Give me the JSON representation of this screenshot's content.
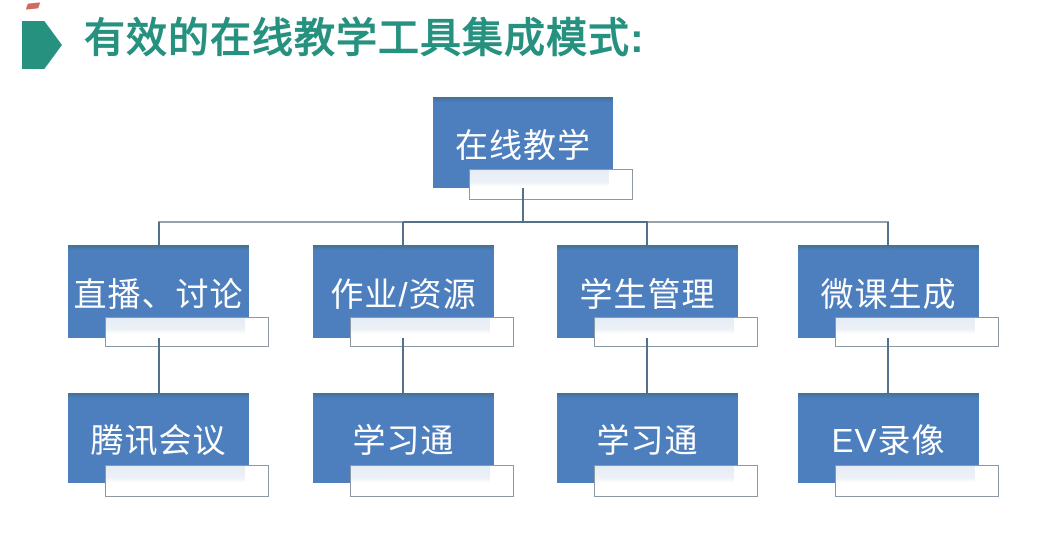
{
  "title": "有效的在线教学工具集成模式:",
  "tree": {
    "root": "在线教学",
    "branches": [
      {
        "category": "直播、讨论",
        "tool": "腾讯会议"
      },
      {
        "category": "作业/资源",
        "tool": "学习通"
      },
      {
        "category": "学生管理",
        "tool": "学习通"
      },
      {
        "category": "微课生成",
        "tool": "EV录像"
      }
    ]
  },
  "icons": {
    "title_bullet": "right-pointing-pentagon-arrow-icon"
  },
  "colors": {
    "node_fill": "#4d7ebd",
    "node_text": "#fdfdfd",
    "title": "#27917f",
    "arrow": "#27917f",
    "plate_border": "#8c98a3",
    "plate_tint": "#e6ecf5",
    "connector": "#9aa2a9",
    "connector_dark": "#54718b"
  }
}
